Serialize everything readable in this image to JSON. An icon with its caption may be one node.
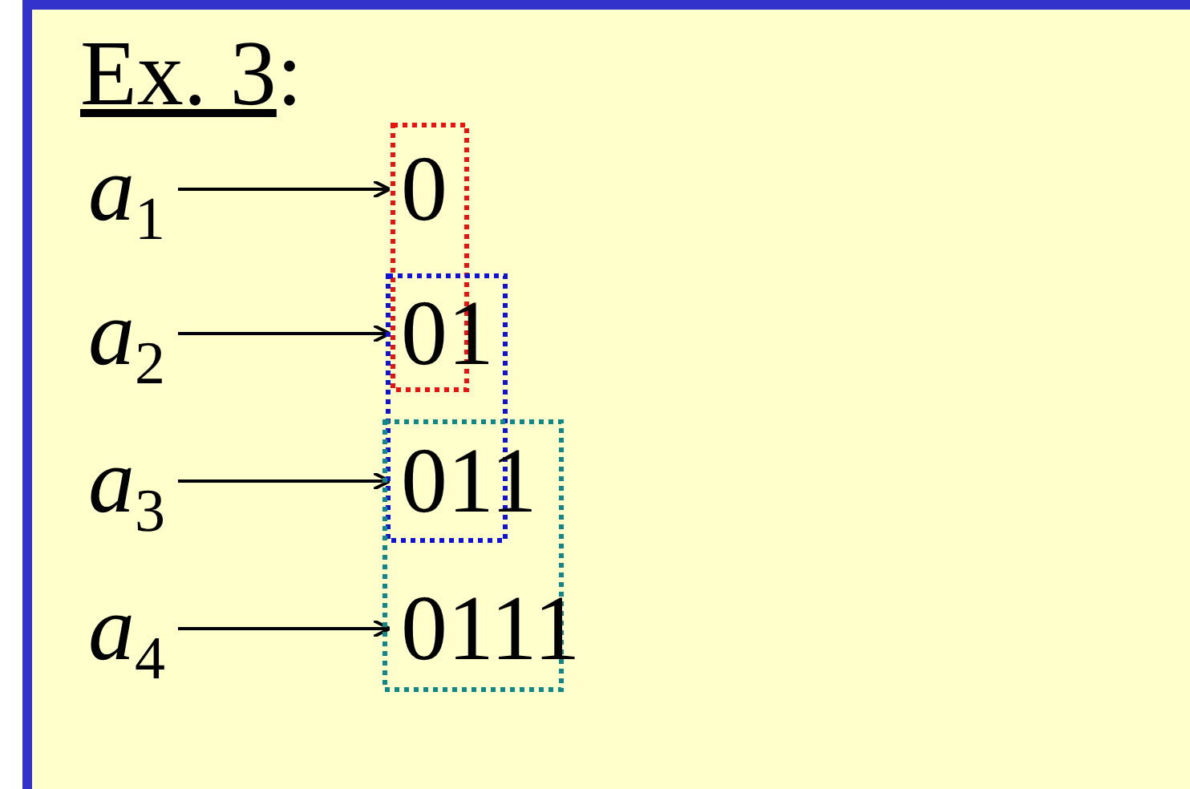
{
  "diagram": {
    "nodes": [
      {
        "text": [
          "*a*$_{1}$"
        ]
      },
      {
        "text": [
          "0"
        ]
      },
      {
        "text": [
          "*a*$_{2}$"
        ]
      },
      {
        "text": [
          "01"
        ]
      },
      {
        "text": [
          "*a*$_{3}$"
        ]
      },
      {
        "text": [
          "011"
        ]
      },
      {
        "text": [
          "*a*$_{4}$"
        ]
      },
      {
        "text": [
          "0111"
        ]
      }
    ],
    "edges": [
      {
        "from": 0,
        "to": 1,
        "arrow": "to"
      },
      {
        "from": 2,
        "to": 3,
        "arrow": "to"
      },
      {
        "from": 4,
        "to": 5,
        "arrow": "to"
      },
      {
        "from": 6,
        "to": 7,
        "arrow": "to"
      }
    ],
    "labels": [
      "Ex. 3:"
    ]
  }
}
